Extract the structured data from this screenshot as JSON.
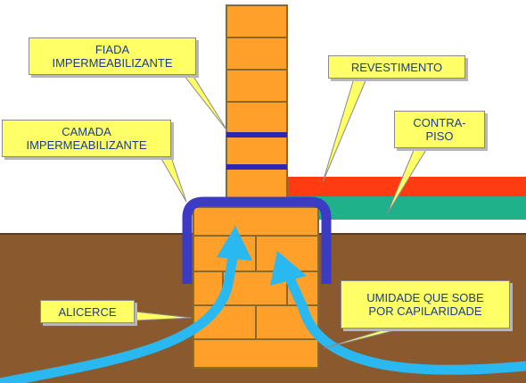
{
  "diagram": {
    "labels": {
      "fiada": [
        "FIADA",
        "IMPERMEABILIZANTE"
      ],
      "camada": [
        "CAMADA",
        "IMPERMEABILIZANTE"
      ],
      "revestimento": [
        "REVESTIMENTO"
      ],
      "contrapiso": [
        "CONTRA-",
        "PISO"
      ],
      "alicerce": [
        "ALICERCE"
      ],
      "umidade": [
        "UMIDADE QUE SOBE",
        "POR CAPILARIDADE"
      ]
    },
    "colors": {
      "brick": "#ffa02a",
      "mortar": "#8a6a2a",
      "soil": "#8a5a2e",
      "waterproof_band": "#2a28b0",
      "waterproof_cap": "#3b3bc4",
      "revestimento": "#ff3b12",
      "contrapiso": "#1fb28a",
      "moisture_arrow": "#29b8f0",
      "callout_fill": "#ffff66",
      "callout_text": "#1a3c8c"
    }
  }
}
